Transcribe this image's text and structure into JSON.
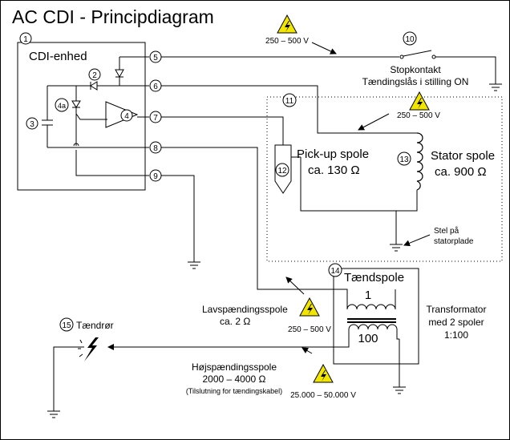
{
  "title": "AC CDI - Principdiagram",
  "cdi_label": "CDI-enhed",
  "pins": {
    "p1": "1",
    "p2": "2",
    "p3": "3",
    "p4a": "4a",
    "p4": "4",
    "p5": "5",
    "p6": "6",
    "p7": "7",
    "p8": "8",
    "p9": "9",
    "p10": "10",
    "p11": "11",
    "p12": "12",
    "p13": "13",
    "p14": "14",
    "p15": "15"
  },
  "voltages": {
    "top": "250 – 500 V",
    "stator": "250 – 500 V",
    "low": "250 – 500 V",
    "high": "25.000 – 50.000 V"
  },
  "stop": {
    "line1": "Stopkontakt",
    "line2": "Tændingslås i stilling ON"
  },
  "pickup": {
    "line1": "Pick-up spole",
    "line2": "ca. 130 Ω"
  },
  "stator": {
    "line1": "Stator spole",
    "line2": "ca. 900 Ω"
  },
  "stel": {
    "line1": "Stel på",
    "line2": "statorplade"
  },
  "coil": {
    "title": "Tændspole",
    "primary_turns": "1",
    "secondary_turns": "100"
  },
  "transformer": {
    "line1": "Transformator",
    "line2": "med 2 spoler",
    "line3": "1:100"
  },
  "low_coil": {
    "line1": "Lavspændingsspole",
    "line2": "ca.  2 Ω"
  },
  "high_coil": {
    "line1": "Højspændingsspole",
    "line2": "2000 – 4000 Ω",
    "line3": "(Tilslutning for tændingskabel)"
  },
  "spark": {
    "label": "Tændrør"
  }
}
